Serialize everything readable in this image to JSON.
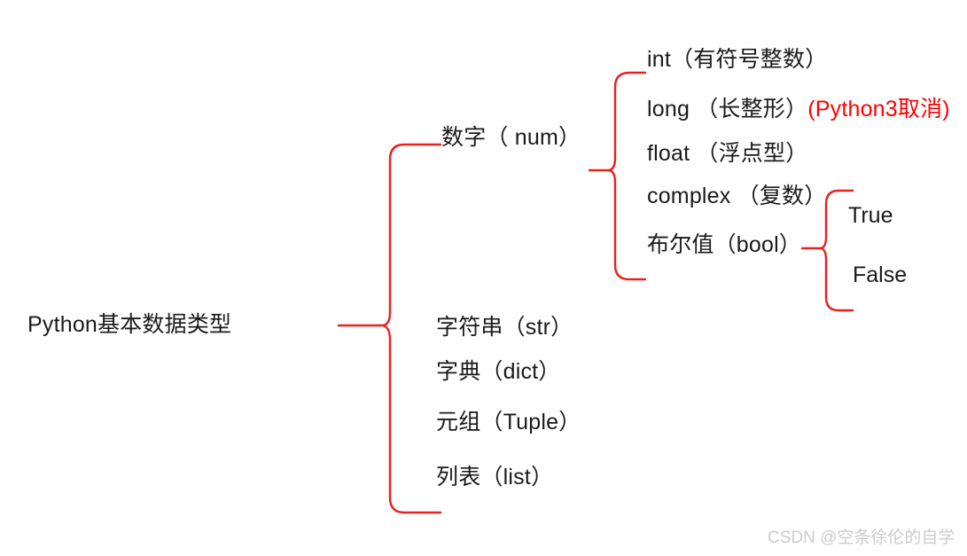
{
  "diagram": {
    "type": "brace-mindmap",
    "root": {
      "label": "Python基本数据类型"
    },
    "branches": [
      {
        "id": "num",
        "label": "数字（ num）",
        "children": [
          {
            "id": "int",
            "label": "int（有符号整数）"
          },
          {
            "id": "long",
            "label": "long （长整形）",
            "note": "(Python3取消)",
            "note_color": "#ff0000"
          },
          {
            "id": "float",
            "label": "float （浮点型）"
          },
          {
            "id": "complex",
            "label": "complex （复数）"
          },
          {
            "id": "bool",
            "label": "布尔值（bool）",
            "children": [
              {
                "id": "true",
                "label": "True"
              },
              {
                "id": "false",
                "label": "False"
              }
            ]
          }
        ]
      },
      {
        "id": "str",
        "label": "字符串（str）"
      },
      {
        "id": "dict",
        "label": "字典（dict）"
      },
      {
        "id": "tuple",
        "label": "元组（Tuple）"
      },
      {
        "id": "list",
        "label": "列表（list）"
      }
    ]
  },
  "style": {
    "brace_color": "#e8201e",
    "text_color": "#1a1a1a",
    "background": "#ffffff",
    "watermark_color": "#cccccc"
  },
  "watermark": {
    "text": "CSDN @空条徐伦的自学"
  }
}
